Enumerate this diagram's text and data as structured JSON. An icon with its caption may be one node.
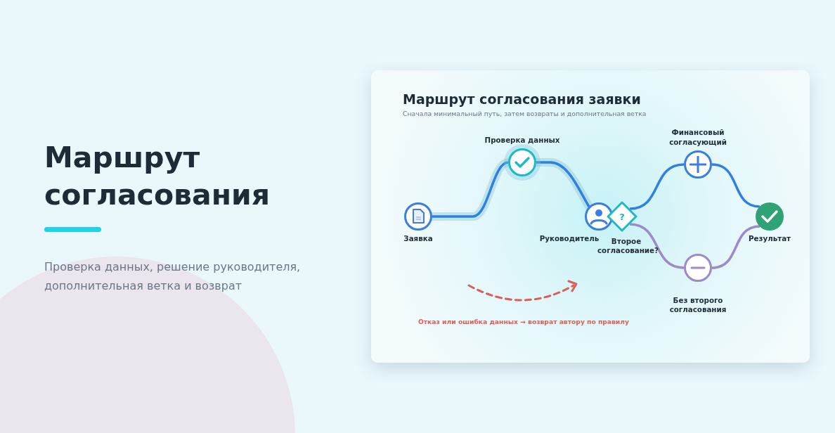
{
  "diagram": {
    "title": "Маршрут согласования",
    "nodes": [
      {
        "text": [
          "Маршрут согласования заявки",
          "Сначала минимальный путь, затем возвраты и дополнительная ветка"
        ]
      },
      {
        "text": [
          "Заявка"
        ],
        "in": 0
      },
      {
        "text": [
          "Проверка данных"
        ],
        "in": 0
      },
      {
        "text": [
          "Руководитель"
        ],
        "in": 0
      },
      {
        "text": [
          "?",
          "Второе согласование?"
        ],
        "in": 0
      },
      {
        "text": [
          "Финансовый согласующий"
        ],
        "in": 0
      },
      {
        "text": [
          "Без второго согласования"
        ],
        "in": 0
      },
      {
        "text": [
          "Результат"
        ],
        "in": 0
      }
    ],
    "edges": [
      {
        "from": 1,
        "to": 2,
        "arrow": "none",
        "style": "thick"
      },
      {
        "from": 2,
        "to": 3,
        "arrow": "none",
        "style": "thick"
      },
      {
        "from": 4,
        "to": 5,
        "arrow": "none",
        "color": "#2f80e0"
      },
      {
        "from": 4,
        "to": 6,
        "arrow": "none",
        "color": "#9d8ac6"
      },
      {
        "from": 5,
        "to": 7,
        "arrow": "none",
        "color": "#2f80e0"
      },
      {
        "from": 6,
        "to": 7,
        "arrow": "none",
        "color": "#9d8ac6"
      }
    ],
    "labels": [
      "Проверка данных, решение руководителя, дополнительная ветка и возврат",
      "Отказ или ошибка данных → возврат автору по правилу"
    ]
  }
}
